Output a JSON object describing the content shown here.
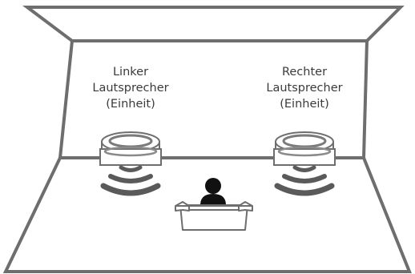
{
  "left_speaker": {
    "line1": "Linker",
    "line2": "Lautsprecher",
    "line3": "(Einheit)"
  },
  "right_speaker": {
    "line1": "Rechter",
    "line2": "Lautsprecher",
    "line3": "(Einheit)"
  },
  "colors": {
    "outline": "#6e6e6e",
    "speaker_fill": "#ffffff",
    "speaker_top_ring": "#7a7a7a",
    "sound_wave": "#5a5a5a",
    "listener": "#111111",
    "text": "#3a3a3a"
  },
  "icons": {
    "speaker": "speaker-icon",
    "listener": "person-icon",
    "sofa": "sofa-icon"
  }
}
